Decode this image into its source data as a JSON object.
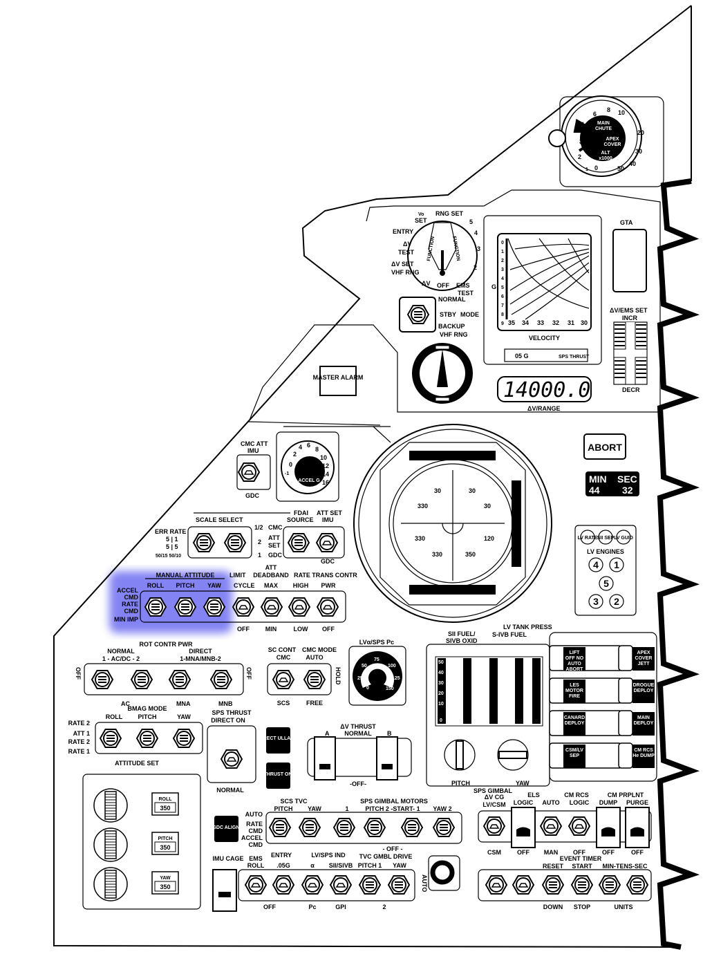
{
  "colors": {
    "highlight": "#5a5af0",
    "ink": "#000000",
    "paper": "#ffffff"
  },
  "top_gauge": {
    "labels": [
      "0",
      "1",
      "2",
      "3",
      "4",
      "6",
      "8",
      "10",
      "20",
      "30",
      "40",
      "50"
    ],
    "center": [
      "MAIN",
      "CHUTE",
      "APEX",
      "COVER",
      "ALT",
      "x1000"
    ]
  },
  "ems": {
    "function_dial": [
      "Vo",
      "SET",
      "RNG SET",
      "5",
      "4",
      "3",
      "2",
      "ENTRY",
      "ΔV",
      "TEST",
      "ΔV SET",
      "VHF RNG",
      "ΔV",
      "OFF",
      "EMS",
      "TEST",
      "FUNCTION",
      "FUNCTION"
    ],
    "mode": [
      "NORMAL",
      "STBY",
      "MODE",
      "BACKUP",
      "VHF RNG"
    ],
    "g_label": "G",
    "g_ticks": [
      "0",
      "1",
      "2",
      "3",
      "4",
      "5",
      "6",
      "7",
      "8",
      "9"
    ],
    "velocity_ticks": [
      "35",
      "34",
      "33",
      "32",
      "31",
      "30"
    ],
    "velocity_label": "VELOCITY",
    "indicators": [
      "05 G",
      "SPS THRUST"
    ],
    "gta": "GTA",
    "set_label": [
      "ΔV/EMS SET",
      "INCR",
      "DECR"
    ],
    "delta_v_value": "14000.0",
    "delta_v_label": "ΔV/RANGE"
  },
  "master_alarm": "MASTER ALARM",
  "abort": "ABORT",
  "timer": {
    "min_label": "MIN",
    "sec_label": "SEC",
    "min": "44",
    "sec": "32"
  },
  "lv_engines": {
    "lights": [
      "LV RATE",
      "SII SEP",
      "LV GUID"
    ],
    "title": "LV ENGINES",
    "engines": [
      "4",
      "1",
      "5",
      "3",
      "2"
    ]
  },
  "cmc_att": {
    "title": [
      "CMC ATT",
      "IMU"
    ],
    "bottom": "GDC"
  },
  "accel_gauge": {
    "ticks": [
      "-1",
      "0",
      "2",
      "4",
      "6",
      "8",
      "10",
      "12",
      "14",
      "16"
    ],
    "label": "ACCEL G"
  },
  "fdai": {
    "title": "FDAI",
    "scale_select": "SCALE SELECT",
    "err_rate": [
      "ERR RATE",
      "5 | 1",
      "5 | 5",
      "50/15 50/10"
    ],
    "scale_pos": [
      "1/2",
      "2",
      "1"
    ],
    "source_label": "SOURCE",
    "source_pos": [
      "CMC",
      "ATT",
      "SET",
      "GDC"
    ],
    "att_set": [
      "ATT SET",
      "IMU",
      "GDC"
    ],
    "ball_marks": [
      "30",
      "30",
      "330",
      "30",
      "330",
      "120",
      "330",
      "350"
    ]
  },
  "manual_attitude": {
    "title": "MANUAL ATTITUDE",
    "axes": [
      "ROLL",
      "PITCH",
      "YAW"
    ],
    "modes": [
      "ACCEL",
      "CMD",
      "RATE",
      "CMD",
      "MIN IMP"
    ]
  },
  "limit_cycle": {
    "top": [
      "LIMIT",
      "CYCLE"
    ],
    "bottom": "OFF"
  },
  "att_deadband": {
    "top": [
      "ATT",
      "DEADBAND",
      "MAX"
    ],
    "bottom": "MIN"
  },
  "rate": {
    "top": [
      "RATE",
      "HIGH"
    ],
    "bottom": "LOW"
  },
  "trans_contr": {
    "top": [
      "TRANS CONTR",
      "PWR"
    ],
    "bottom": "OFF"
  },
  "rot_contr_pwr": {
    "title": "ROT CONTR PWR",
    "normal": [
      "NORMAL",
      "1 - AC/DC - 2"
    ],
    "direct": [
      "DIRECT",
      "1-MNA/MNB-2"
    ],
    "off": "OFF",
    "bottom": [
      "AC",
      "MNA",
      "MNB"
    ]
  },
  "sc_cont": {
    "labels": [
      "SC CONT",
      "CMC",
      "SCS"
    ],
    "cmc_mode": [
      "CMC MODE",
      "AUTO",
      "FREE"
    ],
    "hold": "HOLD"
  },
  "bmag_mode": {
    "title": "BMAG MODE",
    "axes": [
      "ROLL",
      "PITCH",
      "YAW"
    ],
    "modes": [
      "RATE 2",
      "ATT 1",
      "RATE 2",
      "RATE 1"
    ],
    "bottom": "ATTITUDE SET"
  },
  "sps_thrust": {
    "top": [
      "SPS THRUST",
      "DIRECT ON"
    ],
    "bottom": "NORMAL"
  },
  "lights": {
    "direct_ullage": "DIRECT ULLAGE",
    "thrust_on": "THRUST ON",
    "gdc_align": "GDC ALIGN"
  },
  "lv_alpha": {
    "title": "LVα/SPS Pc",
    "ticks": [
      "0",
      "25",
      "50",
      "75",
      "100",
      "125",
      "150"
    ]
  },
  "delta_v_thrust": {
    "title": "ΔV THRUST",
    "a": "A",
    "b": "B",
    "normal": "NORMAL",
    "off": "-OFF-"
  },
  "tank_press": {
    "title": "LV TANK PRESS",
    "left": [
      "SII FUEL/",
      "SIVB OXID"
    ],
    "right": "S-IVB FUEL",
    "scale": [
      "50",
      "40",
      "30",
      "20",
      "10",
      "0"
    ]
  },
  "sps_gimbal": {
    "pitch": "PITCH",
    "yaw": "YAW",
    "title": "SPS GIMBAL"
  },
  "els_lights": [
    "LIFT OFF NO AUTO ABORT",
    "APEX COVER JETT",
    "LES MOTOR FIRE",
    "DROGUE DEPLOY",
    "CANARD DEPLOY",
    "MAIN DEPLOY",
    "CSM/LV SEP",
    "CM RCS He DUMP"
  ],
  "attitude_readout": [
    {
      "axis": "ROLL",
      "value": "350"
    },
    {
      "axis": "PITCH",
      "value": "350"
    },
    {
      "axis": "YAW",
      "value": "350"
    }
  ],
  "scs_tvc": {
    "title": "SCS TVC",
    "axes": [
      "PITCH",
      "YAW"
    ],
    "modes": [
      "AUTO",
      "RATE",
      "CMD",
      "ACCEL",
      "CMD"
    ]
  },
  "sps_gimbal_motors": {
    "title": "SPS GIMBAL MOTORS",
    "labels": [
      "1",
      "PITCH 2 -START- 1",
      "YAW 2"
    ],
    "off": "- OFF -"
  },
  "lower_row": {
    "imu_cage": "IMU CAGE",
    "entry": "ENTRY",
    "ems_roll": [
      "EMS",
      "ROLL"
    ],
    "g05": ".05G",
    "lv_sps_ind": "LV/SPS IND",
    "alpha": "α",
    "sii_sivb": "SII/SIVB",
    "tvc_gmbl": "TVC GMBL DRIVE",
    "pitch1": "PITCH 1",
    "yaw": "YAW",
    "bottom": [
      "OFF",
      "Pc",
      "GPI",
      "2"
    ],
    "auto": "AUTO"
  },
  "right_row": {
    "dv_cg": [
      "ΔV CG",
      "LV/CSM",
      "CSM"
    ],
    "els": "ELS",
    "els_logic": [
      "LOGIC",
      "OFF"
    ],
    "els_auto": [
      "AUTO",
      "MAN"
    ],
    "cm_rcs": [
      "CM RCS",
      "LOGIC",
      "OFF"
    ],
    "cm_prplnt": "CM PRPLNT",
    "dump": [
      "DUMP",
      "OFF"
    ],
    "purge": [
      "PURGE",
      "OFF"
    ]
  },
  "event_timer": {
    "title": "EVENT TIMER",
    "labels": [
      "RESET",
      "START",
      "MIN-TENS-SEC"
    ],
    "bottom": [
      "DOWN",
      "STOP",
      "UNITS"
    ]
  }
}
